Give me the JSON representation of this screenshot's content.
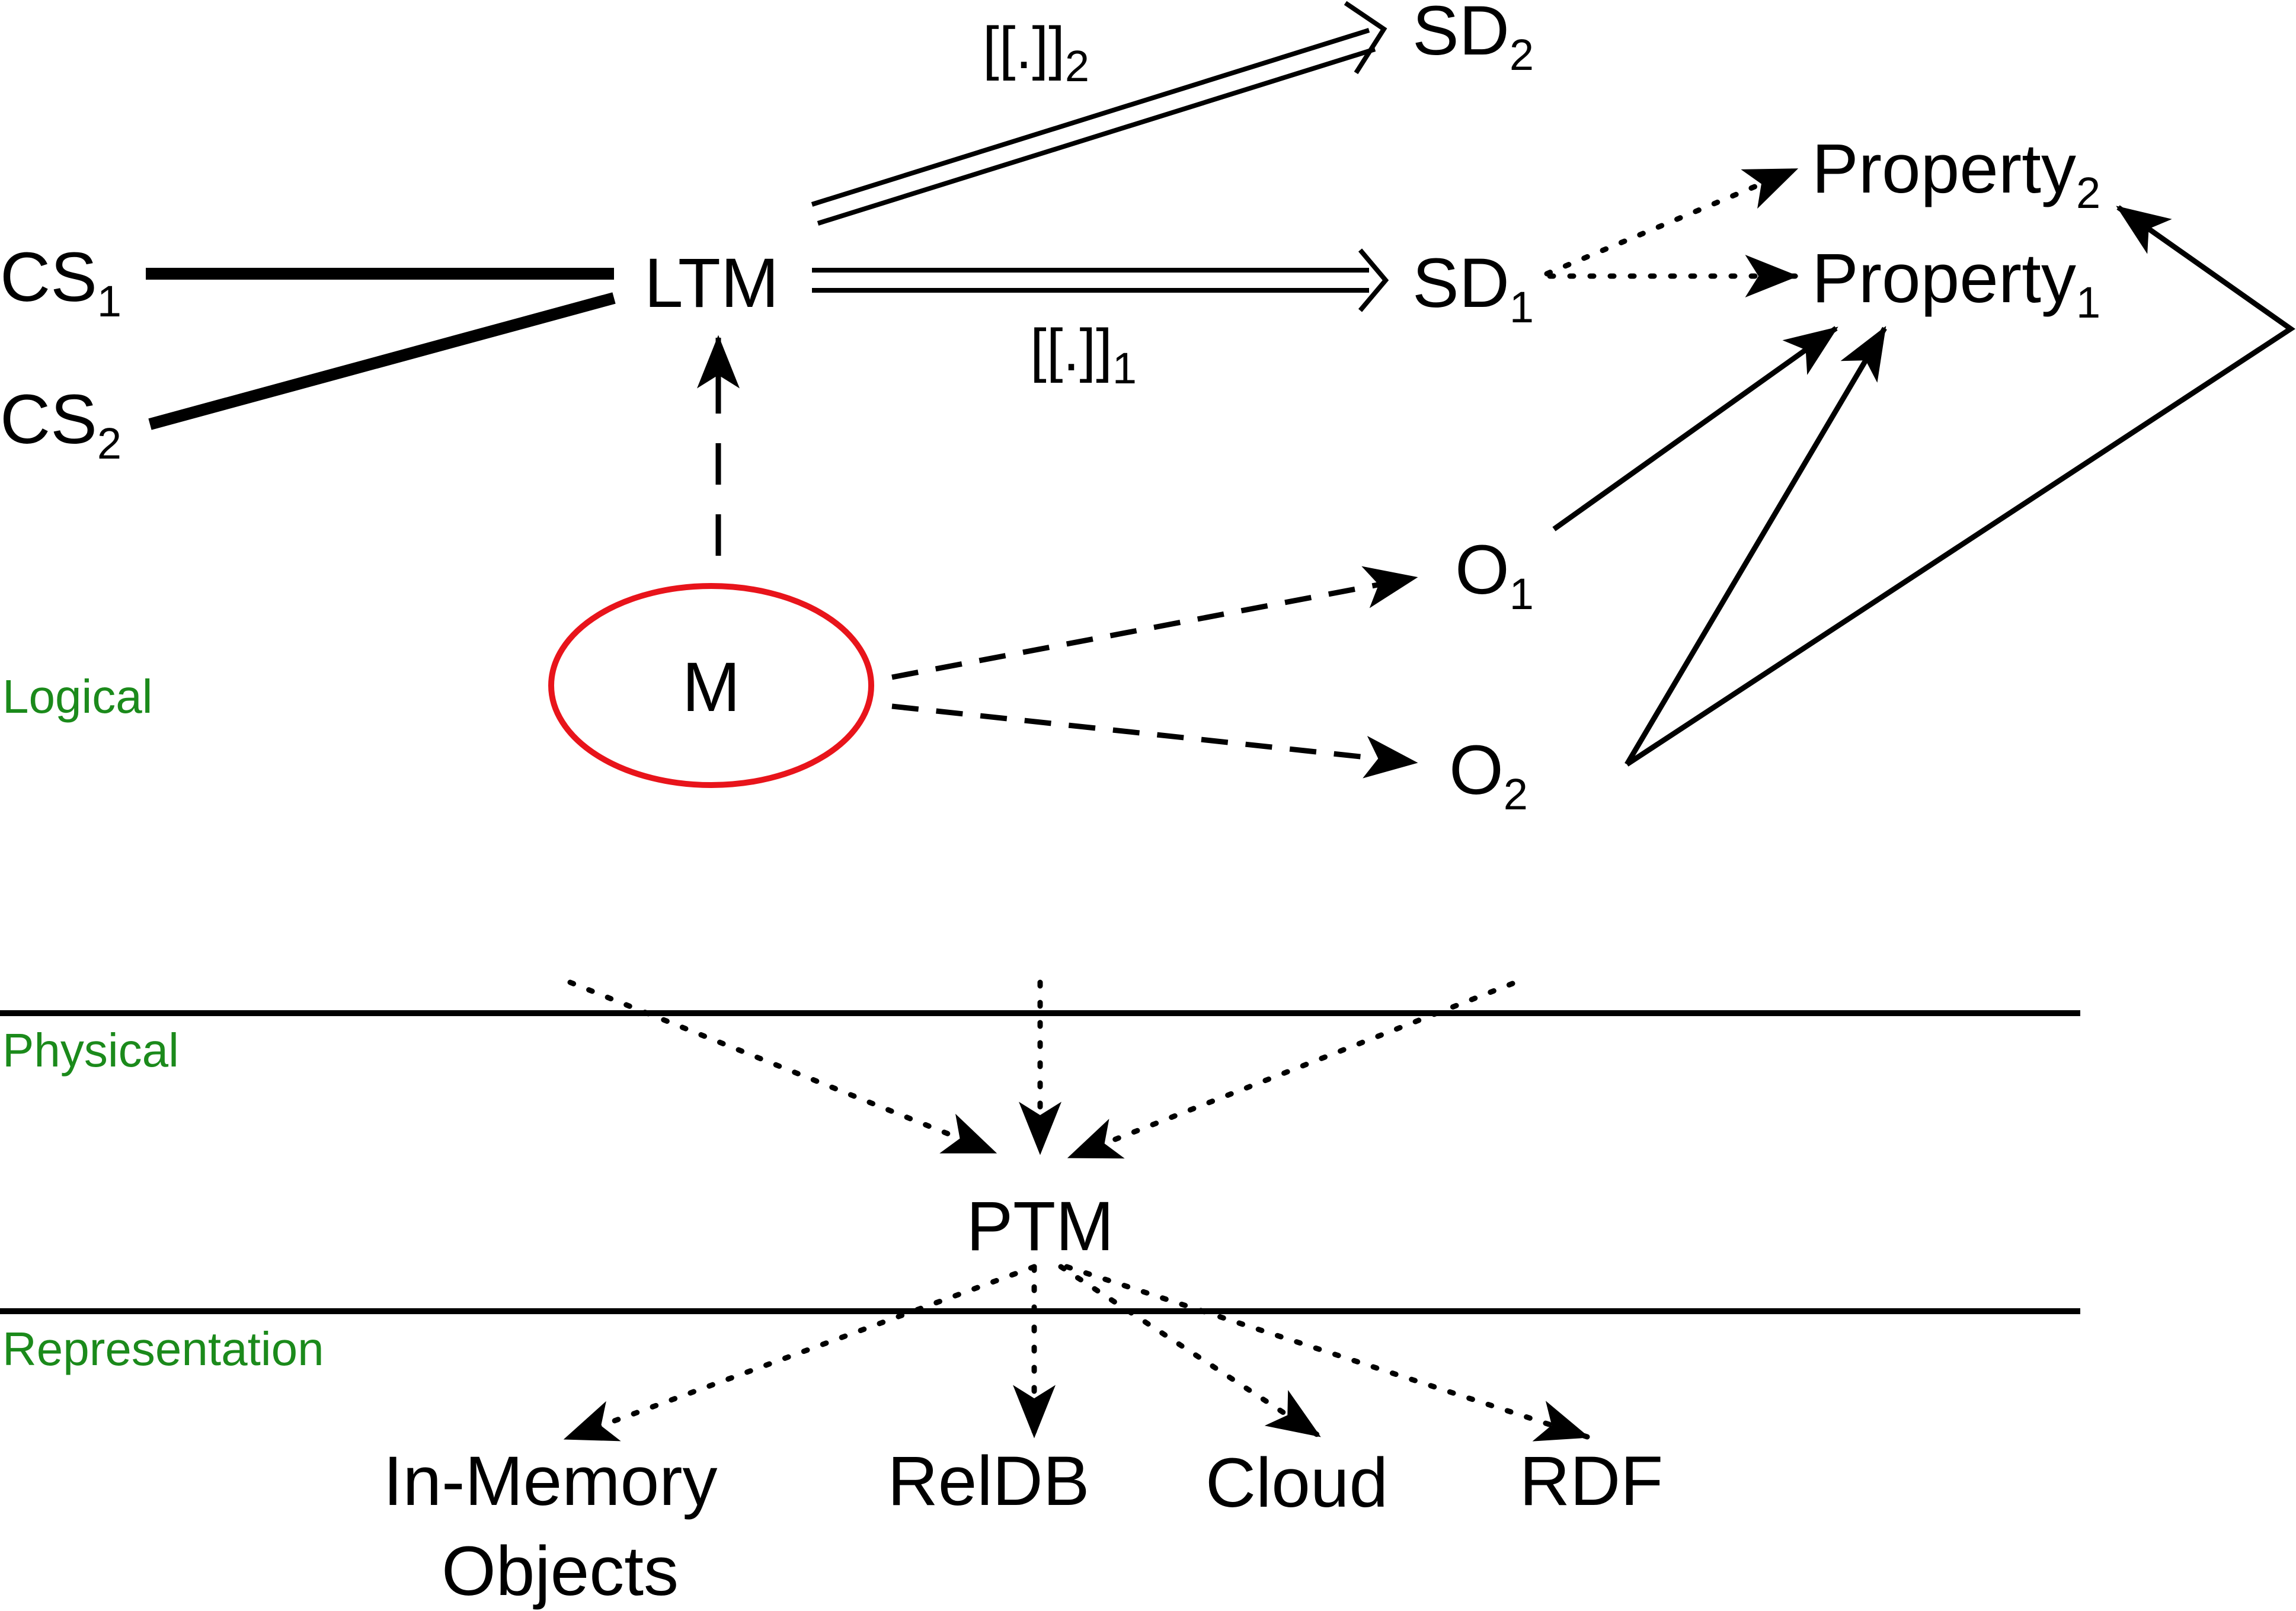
{
  "colors": {
    "ink": "#000000",
    "layer_label": "#1b8a1b",
    "metamodel_ellipse": "#e8141b"
  },
  "layers": {
    "logical": "Logical",
    "physical": "Physical",
    "representation": "Representation"
  },
  "nodes": {
    "cs1": {
      "base": "CS",
      "sub": "1"
    },
    "cs2": {
      "base": "CS",
      "sub": "2"
    },
    "ltm": "LTM",
    "sd1": {
      "base": "SD",
      "sub": "1"
    },
    "sd2": {
      "base": "SD",
      "sub": "2"
    },
    "property1": {
      "base": "Property",
      "sub": "1"
    },
    "property2": {
      "base": "Property",
      "sub": "2"
    },
    "o1": {
      "base": "O",
      "sub": "1"
    },
    "o2": {
      "base": "O",
      "sub": "2"
    },
    "m": "M",
    "ptm": "PTM"
  },
  "semantics": {
    "sem1": {
      "base": "[[.]]",
      "sub": "1"
    },
    "sem2": {
      "base": "[[.]]",
      "sub": "2"
    }
  },
  "representations": {
    "in_memory_line1": "In-Memory",
    "in_memory_line2": "Objects",
    "reldb": "RelDB",
    "cloud": "Cloud",
    "rdf": "RDF"
  }
}
